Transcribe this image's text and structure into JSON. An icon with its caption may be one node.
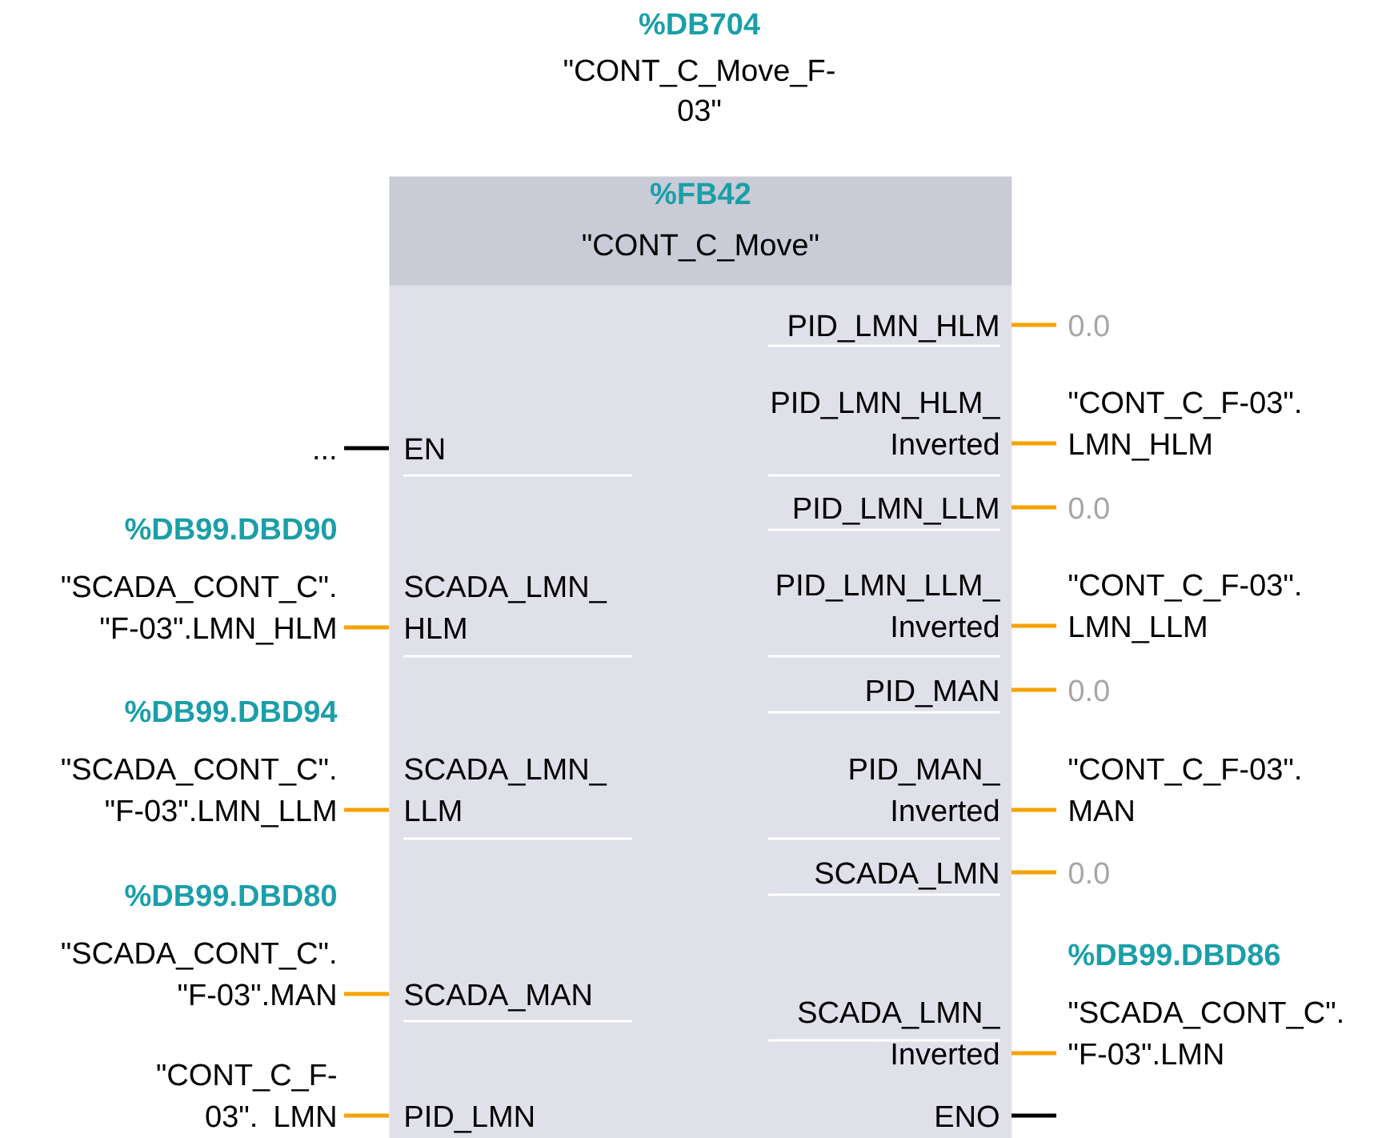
{
  "diagram": {
    "nodes": [
      {
        "text": [
          "%FB42",
          "\"CONT_C_Move\""
        ],
        "beside": [
          "%DB704",
          "\"CONT_C_Move_F-03\""
        ]
      },
      {
        "text": [
          "EN"
        ],
        "in": 0
      },
      {
        "text": [
          "SCADA_LMN_ HLM"
        ],
        "in": 0
      },
      {
        "text": [
          "SCADA_LMN_ LLM"
        ],
        "in": 0
      },
      {
        "text": [
          "SCADA_MAN"
        ],
        "in": 0
      },
      {
        "text": [
          "PID_LMN"
        ],
        "in": 0
      },
      {
        "text": [
          "PID_LMN_HLM"
        ],
        "in": 0
      },
      {
        "text": [
          "PID_LMN_HLM_ Inverted"
        ],
        "in": 0
      },
      {
        "text": [
          "PID_LMN_LLM"
        ],
        "in": 0
      },
      {
        "text": [
          "PID_LMN_LLM_ Inverted"
        ],
        "in": 0
      },
      {
        "text": [
          "PID_MAN"
        ],
        "in": 0
      },
      {
        "text": [
          "PID_MAN_ Inverted"
        ],
        "in": 0
      },
      {
        "text": [
          "SCADA_LMN"
        ],
        "in": 0
      },
      {
        "text": [
          "SCADA_LMN_ Inverted"
        ],
        "in": 0
      },
      {
        "text": [
          "ENO"
        ],
        "in": 0
      },
      {
        "text": [
          "..."
        ]
      },
      {
        "text": [
          "%DB99.DBD90",
          "\"SCADA_CONT_C\". \"F-03\".LMN_HLM"
        ]
      },
      {
        "text": [
          "%DB99.DBD94",
          "\"SCADA_CONT_C\". \"F-03\".LMN_LLM"
        ]
      },
      {
        "text": [
          "%DB99.DBD80",
          "\"SCADA_CONT_C\". \"F-03\".MAN"
        ]
      },
      {
        "text": [
          "\"CONT_C_F-03\". LMN"
        ]
      },
      {
        "text": [
          "0.0"
        ]
      },
      {
        "text": [
          "\"CONT_C_F-03\". LMN_HLM"
        ]
      },
      {
        "text": [
          "0.0"
        ]
      },
      {
        "text": [
          "\"CONT_C_F-03\". LMN_LLM"
        ]
      },
      {
        "text": [
          "0.0"
        ]
      },
      {
        "text": [
          "\"CONT_C_F-03\". MAN"
        ]
      },
      {
        "text": [
          "0.0"
        ]
      },
      {
        "text": [
          "%DB99.DBD86",
          "\"SCADA_CONT_C\". \"F-03\".LMN"
        ]
      }
    ],
    "edges": [
      {
        "from": 15,
        "to": 1,
        "arrow": "none",
        "color": "#000000"
      },
      {
        "from": 16,
        "to": 2,
        "arrow": "none"
      },
      {
        "from": 17,
        "to": 3,
        "arrow": "none"
      },
      {
        "from": 18,
        "to": 4,
        "arrow": "none"
      },
      {
        "from": 19,
        "to": 5,
        "arrow": "none"
      },
      {
        "from": 6,
        "to": 20,
        "arrow": "none"
      },
      {
        "from": 7,
        "to": 21,
        "arrow": "none"
      },
      {
        "from": 8,
        "to": 22,
        "arrow": "none"
      },
      {
        "from": 9,
        "to": 23,
        "arrow": "none"
      },
      {
        "from": 10,
        "to": 24,
        "arrow": "none"
      },
      {
        "from": 11,
        "to": 25,
        "arrow": "none"
      },
      {
        "from": 12,
        "to": 26,
        "arrow": "none"
      },
      {
        "from": 13,
        "to": 27,
        "arrow": "none"
      },
      {
        "from": 14,
        "to": null,
        "arrow": "none",
        "color": "#000000"
      }
    ]
  }
}
